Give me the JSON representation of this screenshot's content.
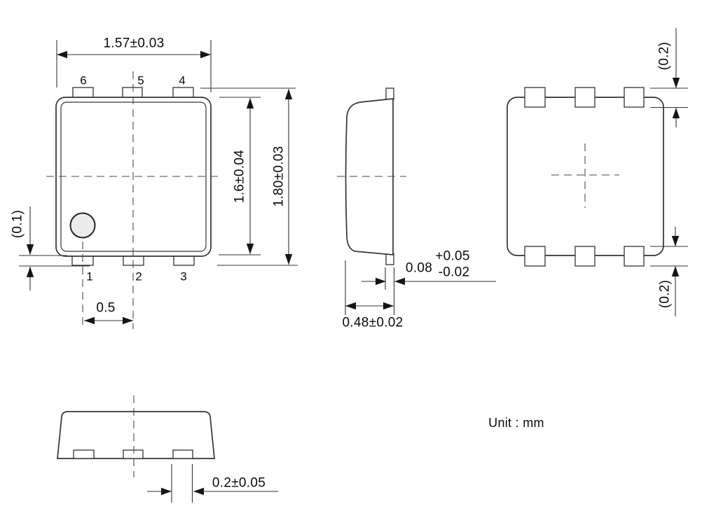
{
  "unit_note": "Unit : mm",
  "colors": {
    "line": "#333333",
    "arrow_fill": "#151515",
    "pin1_marker_fill": "#ececec",
    "background": "#ffffff"
  },
  "front_view": {
    "dim_width": "1.57±0.03",
    "dim_body_height": "1.6±0.04",
    "dim_overall_height": "1.80±0.03",
    "dim_lead_protrusion": "(0.1)",
    "dim_pitch": "0.5",
    "pin_labels_top": [
      "6",
      "5",
      "4"
    ],
    "pin_labels_bottom": [
      "1",
      "2",
      "3"
    ]
  },
  "side_view": {
    "dim_lead_thickness_value": "0.08",
    "dim_lead_thickness_tol_upper": "+0.05",
    "dim_lead_thickness_tol_lower": "-0.02",
    "dim_depth": "0.48±0.02"
  },
  "back_view": {
    "dim_pad_height_top": "(0.2)",
    "dim_pad_height_bottom": "(0.2)"
  },
  "bottom_side_view": {
    "dim_lead_width": "0.2±0.05"
  }
}
